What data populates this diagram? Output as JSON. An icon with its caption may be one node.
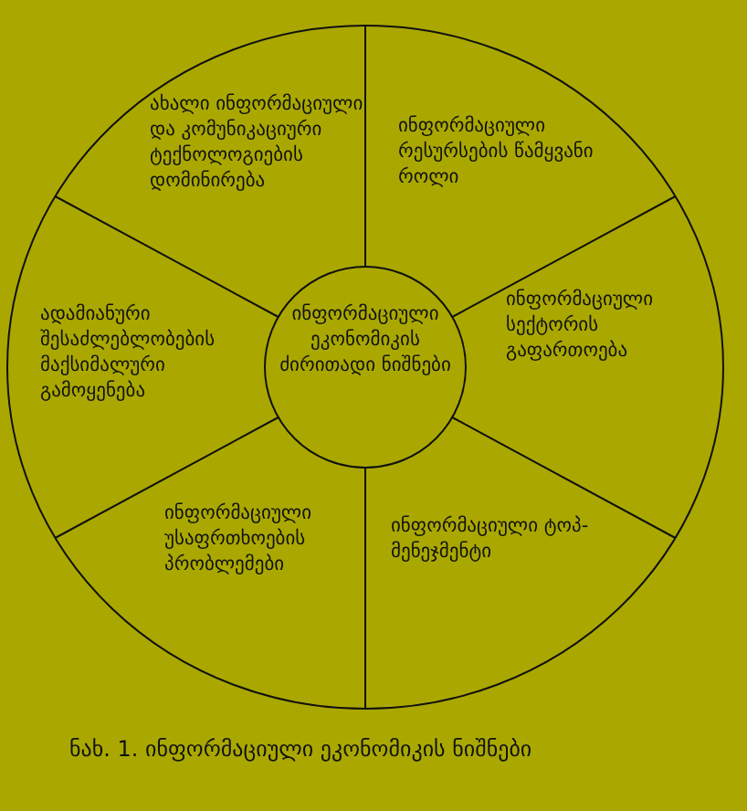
{
  "diagram": {
    "caption": "ნახ. 1. ინფორმაციული ეკონომიკის ნიშნები",
    "nodes": [
      {
        "text": [
          "ახალი ინფორმაციული და კომუნიკაციური ტექნოლოგიების დომინირება"
        ]
      },
      {
        "text": [
          "ინფორმაციული რესურსების წამყვანი როლი"
        ]
      },
      {
        "text": [
          "ადამიანური შესაძლებლობების მაქსიმალური გამოყენება"
        ]
      },
      {
        "text": [
          "ინფორმაციული ეკონომიკის ძირითადი ნიშნები"
        ]
      },
      {
        "text": [
          "ინფორმაციული სექტორის გაფართოება"
        ]
      },
      {
        "text": [
          "ინფორმაციული უსაფრთხოების პრობლემები"
        ]
      },
      {
        "text": [
          "ინფორმაციული ტოპ-მენეჯმენტი"
        ]
      }
    ]
  }
}
